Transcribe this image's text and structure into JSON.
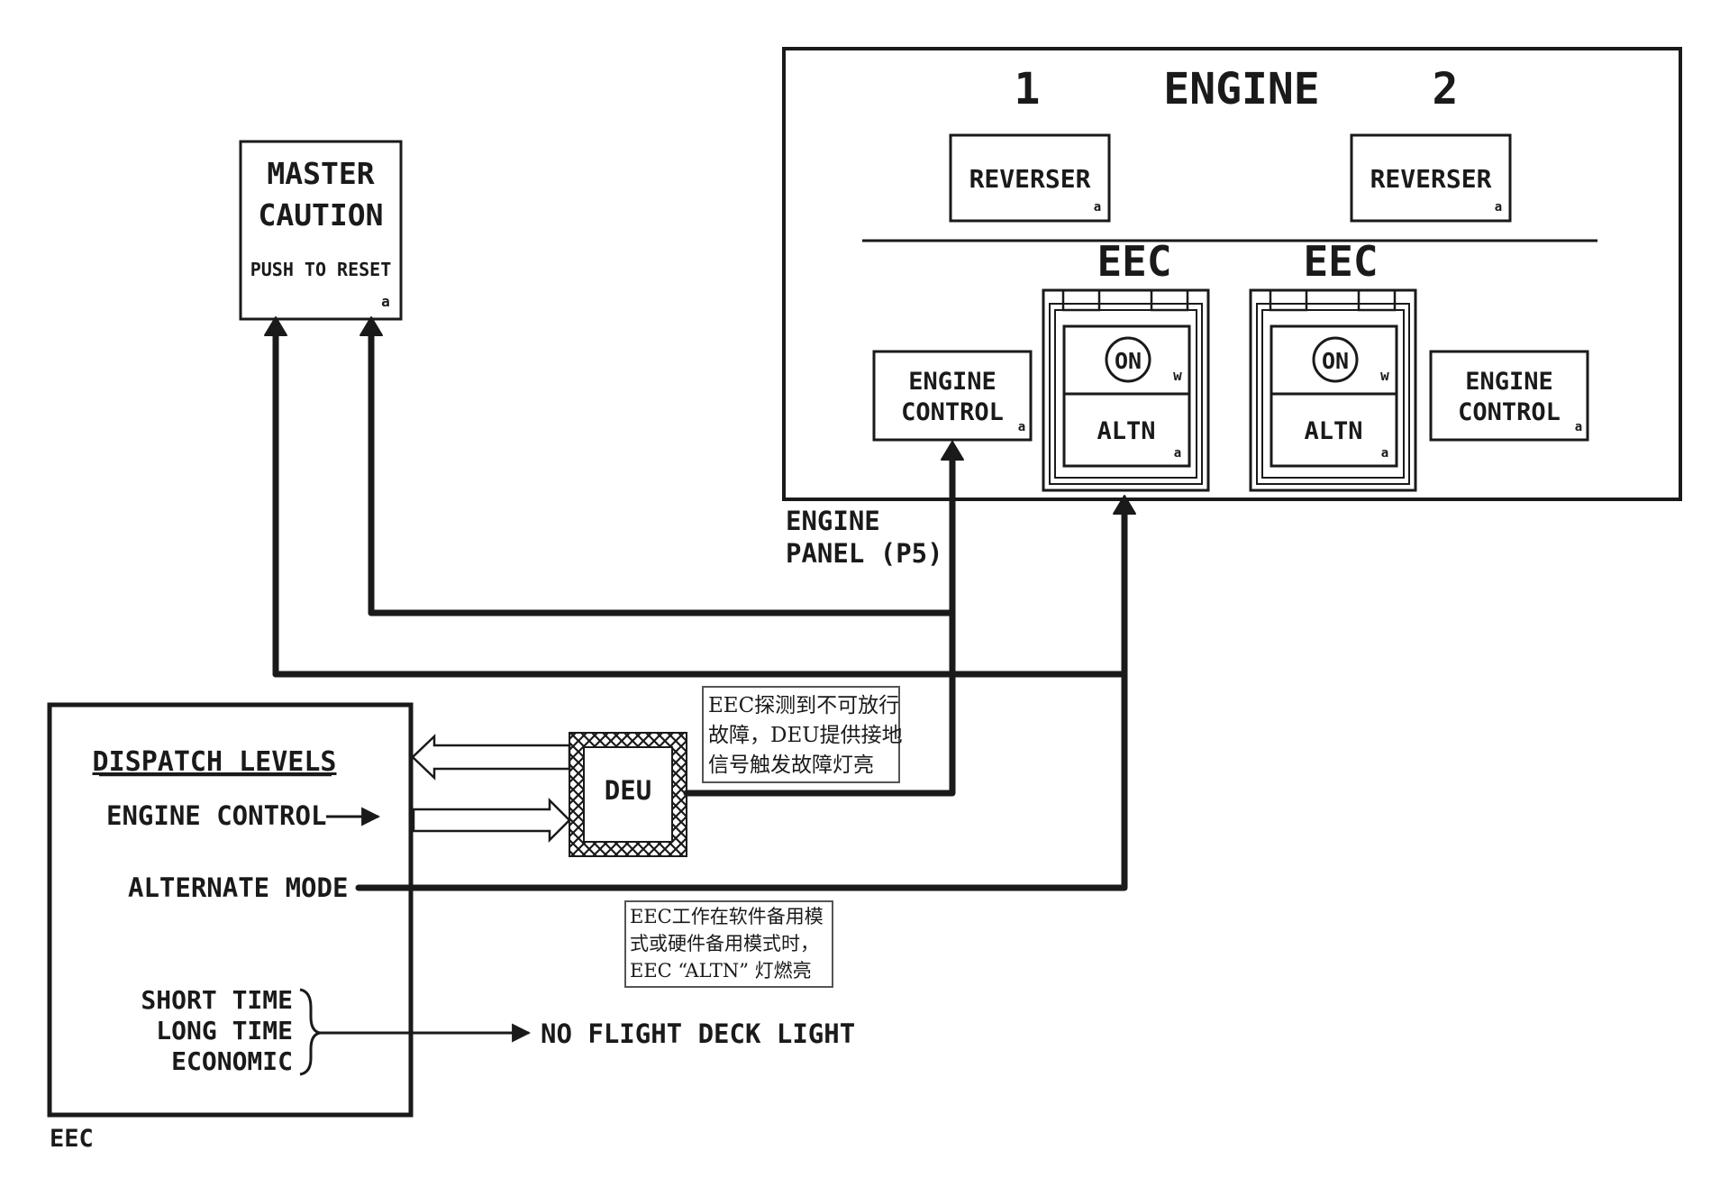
{
  "master_caution": {
    "line1": "MASTER",
    "line2": "CAUTION",
    "line3": "PUSH TO RESET",
    "color_code": "a"
  },
  "engine_panel": {
    "engine_1": "1",
    "title": "ENGINE",
    "engine_2": "2",
    "reverser_1": "REVERSER",
    "reverser_2": "REVERSER",
    "reverser_code": "a",
    "eec_1": "EEC",
    "eec_2": "EEC",
    "on_label": "ON",
    "on_code": "w",
    "altn_label": "ALTN",
    "altn_code": "a",
    "engine_control_line1": "ENGINE",
    "engine_control_line2": "CONTROL",
    "engine_control_code": "a",
    "panel_label_line1": "ENGINE",
    "panel_label_line2": "PANEL (P5)"
  },
  "eec_box": {
    "heading": "DISPATCH LEVELS",
    "engine_control": "ENGINE CONTROL",
    "alternate_mode": "ALTERNATE MODE",
    "short_time": "SHORT TIME",
    "long_time": "LONG TIME",
    "economic": "ECONOMIC",
    "label": "EEC"
  },
  "deu": {
    "label": "DEU"
  },
  "no_flight_deck_light": "NO FLIGHT DECK LIGHT",
  "notes": {
    "note1_line1": "EEC探测到不可放行",
    "note1_line2": "故障，DEU提供接地",
    "note1_line3": "信号触发故障灯亮",
    "note2_line1": "EEC工作在软件备用模",
    "note2_line2": "式或硬件备用模式时，",
    "note2_line3": "EEC “ALTN” 灯燃亮"
  }
}
